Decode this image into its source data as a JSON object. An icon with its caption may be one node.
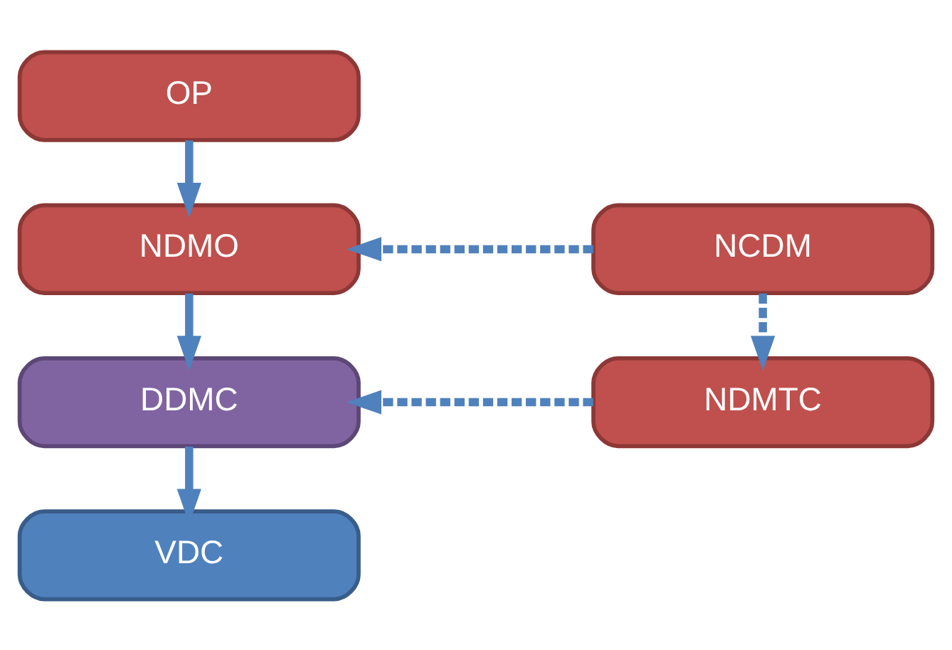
{
  "diagram": {
    "nodes": [
      {
        "text": [
          "OP"
        ]
      },
      {
        "text": [
          "NDMO"
        ]
      },
      {
        "text": [
          "DDMC"
        ]
      },
      {
        "text": [
          "VDC"
        ]
      },
      {
        "text": [
          "NCDM"
        ]
      },
      {
        "text": [
          "NDMTC"
        ]
      }
    ],
    "edges": [
      {
        "from": 0,
        "to": 1,
        "arrow": "to"
      },
      {
        "from": 1,
        "to": 2,
        "arrow": "to"
      },
      {
        "from": 2,
        "to": 3,
        "arrow": "to"
      },
      {
        "from": 4,
        "to": 5,
        "arrow": "to",
        "style": "dashed"
      },
      {
        "from": 4,
        "to": 1,
        "arrow": "to",
        "style": "dashed"
      },
      {
        "from": 5,
        "to": 2,
        "arrow": "to",
        "style": "dashed"
      }
    ]
  }
}
